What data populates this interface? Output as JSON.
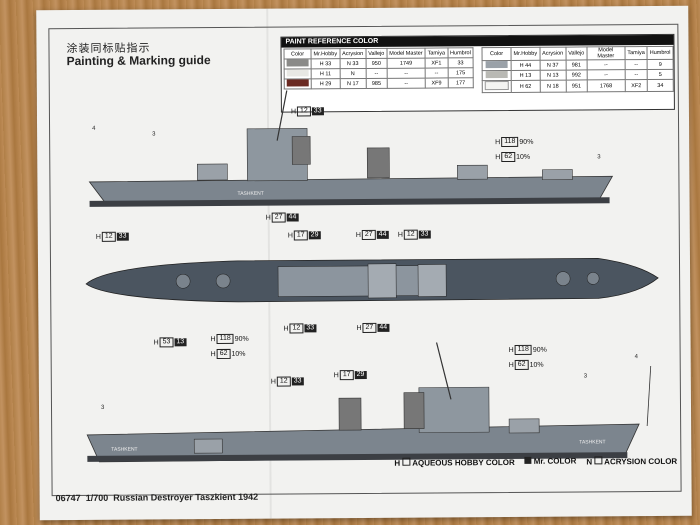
{
  "header": {
    "title_cn": "涂装同标贴指示",
    "title_en": "Painting & Marking guide"
  },
  "paint_table": {
    "title": "PAINT REFERENCE COLOR",
    "columns_left": [
      "Color",
      "Mr.Hobby",
      "Acrysion",
      "Vallejo",
      "Model Master",
      "Tamiya",
      "Humbrol"
    ],
    "rows_left": [
      {
        "swatch": "#8a8a88",
        "mr": "H 33",
        "acr": "N 33",
        "vallejo": "950",
        "mm": "1749",
        "tamiya": "XF1",
        "humbrol": "33"
      },
      {
        "swatch": "#e8e8e4",
        "mr": "H 11",
        "acr": "N",
        "vallejo": "--",
        "mm": "--",
        "tamiya": "--",
        "humbrol": "175"
      },
      {
        "swatch": "#6b2a22",
        "mr": "H 29",
        "acr": "N 17",
        "vallejo": "985",
        "mm": "--",
        "tamiya": "XF9",
        "humbrol": "177"
      }
    ],
    "columns_right": [
      "Color",
      "Mr.Hobby",
      "Acrysion",
      "Vallejo",
      "Model Master",
      "Tamiya",
      "Humbrol"
    ],
    "rows_right": [
      {
        "swatch": "#9aa1a8",
        "mr": "H 44",
        "acr": "N 37",
        "vallejo": "981",
        "mm": "--",
        "tamiya": "--",
        "humbrol": "9"
      },
      {
        "swatch": "#b9b9b4",
        "mr": "H 13",
        "acr": "N 13",
        "vallejo": "992",
        "mm": "--",
        "tamiya": "--",
        "humbrol": "5"
      },
      {
        "swatch": "#f4f4f2",
        "mr": "H 62",
        "acr": "N 18",
        "vallejo": "951",
        "mm": "1768",
        "tamiya": "XF2",
        "humbrol": "34"
      }
    ]
  },
  "callouts": {
    "c1": {
      "h": "H",
      "num": "33",
      "code": "12"
    },
    "c2": {
      "h": "H",
      "num": "33",
      "code": "12"
    },
    "c3": {
      "h": "H",
      "num": "44",
      "code": "27"
    },
    "c4": {
      "h": "H",
      "num": "29",
      "code": "17"
    },
    "c5": {
      "h": "H",
      "num": "44",
      "code": "27"
    },
    "c6": {
      "h": "H",
      "num": "33",
      "code": "12"
    },
    "c7": {
      "h": "H",
      "num": "90%",
      "code": "118"
    },
    "c8": {
      "h": "H",
      "num": "10%",
      "code": "62"
    },
    "c9": {
      "h": "H",
      "num": "13",
      "code": "53"
    },
    "c10": {
      "h": "H",
      "num": "90%",
      "code": "118"
    },
    "c11": {
      "h": "H",
      "num": "10%",
      "code": "62"
    },
    "c12": {
      "h": "H",
      "num": "33",
      "code": "12"
    },
    "c13": {
      "h": "H",
      "num": "44",
      "code": "27"
    },
    "c14": {
      "h": "H",
      "num": "33",
      "code": "12"
    },
    "c15": {
      "h": "H",
      "num": "29",
      "code": "17"
    },
    "c16": {
      "h": "H",
      "num": "90%",
      "code": "118"
    },
    "c17": {
      "h": "H",
      "num": "10%",
      "code": "62"
    }
  },
  "hull_name": "TASHKENT",
  "number_markers": [
    "4",
    "3",
    "3",
    "3",
    "3",
    "4"
  ],
  "legend": {
    "aqueous": "AQUEOUS HOBBY COLOR",
    "mr": "Mr. COLOR",
    "acrysion": "ACRYSION COLOR"
  },
  "footer": {
    "code": "06747",
    "scale": "1/700",
    "name": "Russian Destroyer Taszkient 1942"
  }
}
